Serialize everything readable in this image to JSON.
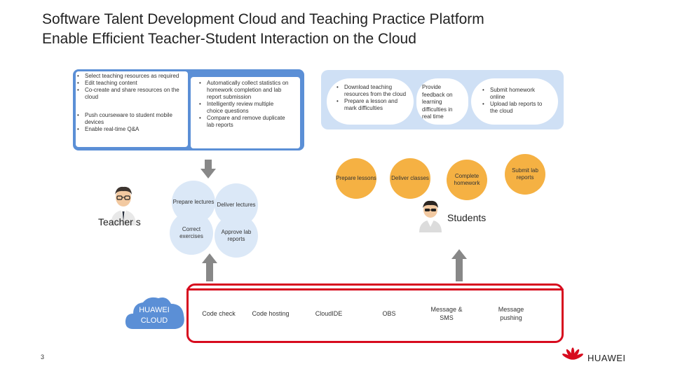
{
  "title": {
    "line1": "Software Talent Development Cloud and Teaching Practice Platform",
    "line2": "Enable Efficient Teacher-Student Interaction on the Cloud"
  },
  "teacher_panel": {
    "card1": [
      "Select teaching resources as required",
      "Edit teaching content",
      "Co-create and share resources on the cloud"
    ],
    "card2": [
      "Push courseware to student mobile devices",
      "Enable real-time Q&A"
    ],
    "card3": [
      "Automatically collect statistics on homework completion and lab report submission",
      "Intelligently review multiple choice questions",
      "Compare and remove duplicate lab reports"
    ]
  },
  "student_panel": {
    "card1": [
      "Download teaching resources from the cloud",
      "Prepare a lesson and mark difficulties"
    ],
    "card2_text": "Provide feedback on learning difficulties in real time",
    "card3": [
      "Submit homework online",
      "Upload lab reports to the cloud"
    ]
  },
  "student_steps": [
    "Prepare lessons",
    "Deliver classes",
    "Complete homework",
    "Submit lab reports"
  ],
  "teacher_actions": [
    "Prepare lectures",
    "Deliver lectures",
    "Correct exercises",
    "Approve lab reports"
  ],
  "teacher_label": "Teacher s",
  "students_label": "Students",
  "cloud_mark": "o",
  "cloud_services": [
    "Code check",
    "Code hosting",
    "CloudIDE",
    "OBS",
    "Message & SMS",
    "Message pushing"
  ],
  "huawei_cloud": "HUAWEI CLOUD",
  "page_number": "3",
  "brand": "HUAWEI",
  "colors": {
    "left_panel": "#5b8fd6",
    "right_panel": "#cfe0f5",
    "orange": "#f5b143",
    "light_blue": "#dbe8f7",
    "cloud_border": "#d70b1e",
    "arrow_gray": "#888888",
    "huawei_red": "#d70b1e"
  }
}
